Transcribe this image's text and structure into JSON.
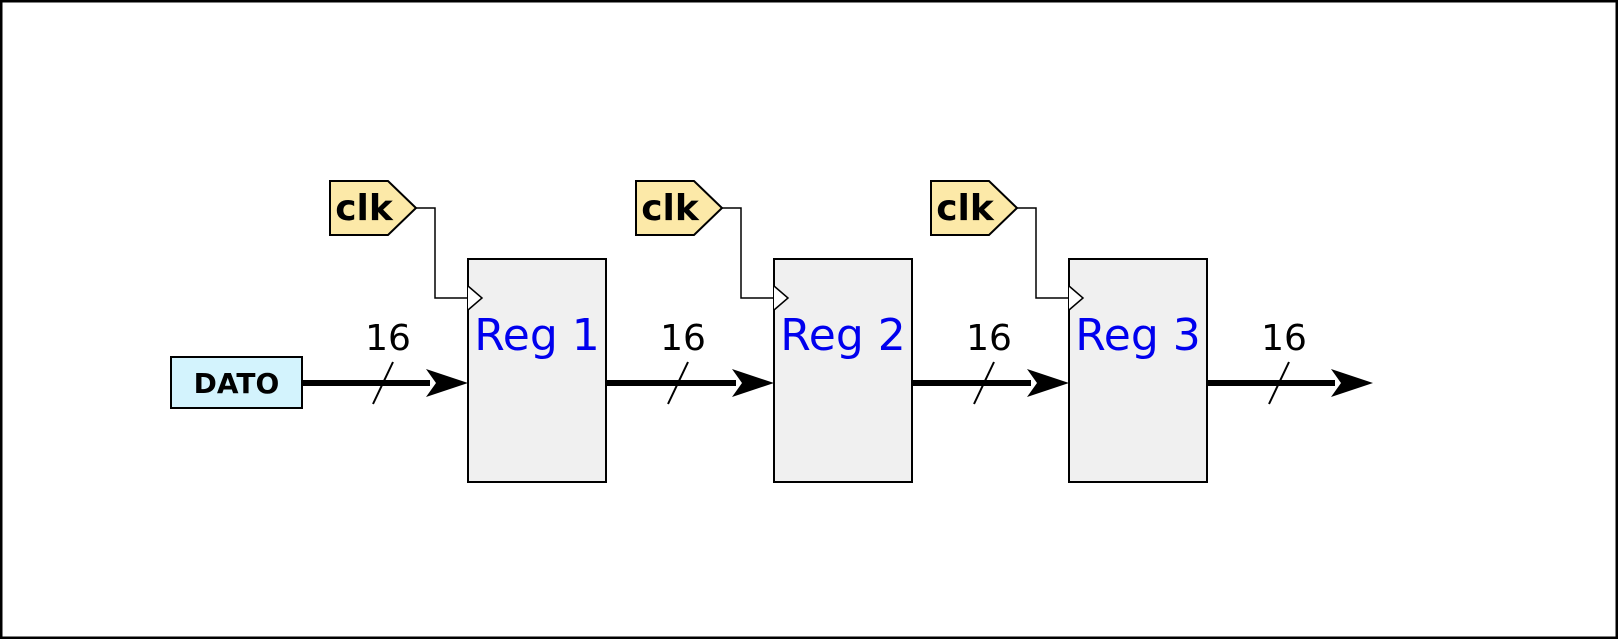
{
  "diagram": {
    "input_label": "DATO",
    "clock_label": "clk",
    "registers": [
      {
        "name": "Reg 1"
      },
      {
        "name": "Reg 2"
      },
      {
        "name": "Reg 3"
      }
    ],
    "bus_widths": [
      "16",
      "16",
      "16",
      "16"
    ],
    "colors": {
      "register_fill": "#f0f0f0",
      "register_text": "#0000ee",
      "clock_fill": "#fce9a8",
      "input_fill": "#d3f3fd"
    }
  }
}
